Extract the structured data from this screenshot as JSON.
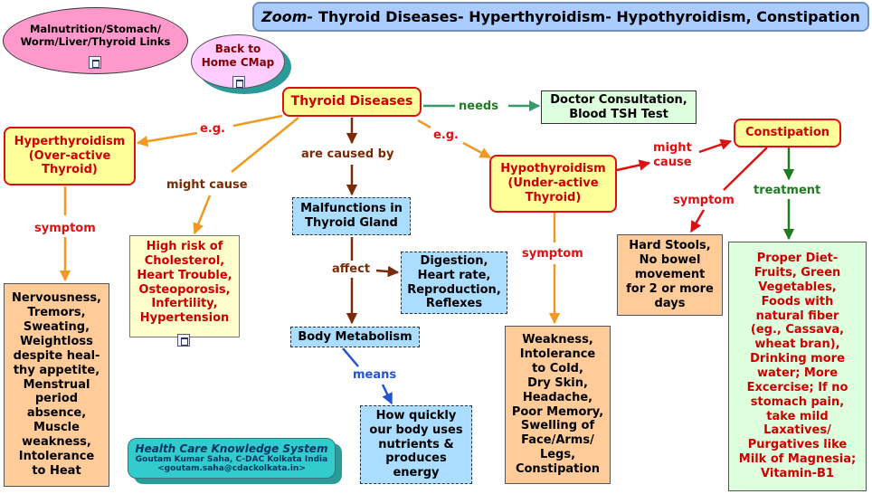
{
  "title": {
    "zoom": "Zoom-",
    "text": "Thyroid Diseases- Hyperthyroidism- Hypothyroidism, Constipation"
  },
  "links": {
    "malnutrition": "Malnutrition/Stomach/\nWorm/Liver/Thyroid Links",
    "back_home": "Back to\nHome CMap"
  },
  "nodes": {
    "thyroid_diseases": "Thyroid Diseases",
    "doctor": "Doctor Consultation,\nBlood TSH Test",
    "hyperthyroidism": "Hyperthyroidism\n(Over-active\nThyroid)",
    "hypothyroidism": "Hypothyroidism\n(Under-active\nThyroid)",
    "constipation": "Constipation",
    "high_risk": "High risk of\nCholesterol,\nHeart Trouble,\nOsteoporosis,\nInfertility,\nHypertension",
    "malfunctions": "Malfunctions in\nThyroid Gland",
    "digestion": "Digestion,\nHeart rate,\nReproduction,\nReflexes",
    "body_metabolism": "Body Metabolism",
    "how_quickly": "How quickly\nour body uses\nnutrients &\nproduces\nenergy",
    "hyper_symptoms": "Nervousness,\nTremors,\nSweating,\nWeightloss\ndespite heal-\nthy appetite,\nMenstrual\nperiod\nabsence,\nMuscle\nweakness,\nIntolerance\nto Heat",
    "hypo_symptoms": "Weakness,\nIntolerance\nto Cold,\nDry Skin,\nHeadache,\nPoor Memory,\nSwelling of\nFace/Arms/\nLegs,\nConstipation",
    "hard_stools": "Hard Stools,\nNo bowel\nmovement\nfor 2 or more\ndays",
    "treatment_text": "Proper Diet-\nFruits, Green\nVegetables,\nFoods with\nnatural fiber\n(eg., Cassava,\nwheat bran),\nDrinking more\nwater; More\nExcercise; If no\nstomach pain,\ntake mild\nLaxatives/\nPurgatives like\nMilk of Magnesia;\nVitamin-B1"
  },
  "labels": {
    "needs": "needs",
    "eg_left": "e.g.",
    "eg_right": "e.g.",
    "caused_by": "are caused by",
    "might_cause_left": "might cause",
    "might_cause_right": "might\ncause",
    "symptom_hyper": "symptom",
    "symptom_hypo": "symptom",
    "symptom_const": "symptom",
    "treatment": "treatment",
    "affect": "affect",
    "means": "means"
  },
  "footer": {
    "system": "Health Care Knowledge System",
    "author": "Goutam Kumar Saha, C-DAC Kolkata India",
    "email": "<goutam.saha@cdackolkata.in>"
  },
  "colors": {
    "orange": "#f09a22",
    "red": "#dd1111",
    "green": "#1e7e1e",
    "teal": "#3a9a6a",
    "brown": "#7a2a05",
    "blue": "#2255cc"
  }
}
